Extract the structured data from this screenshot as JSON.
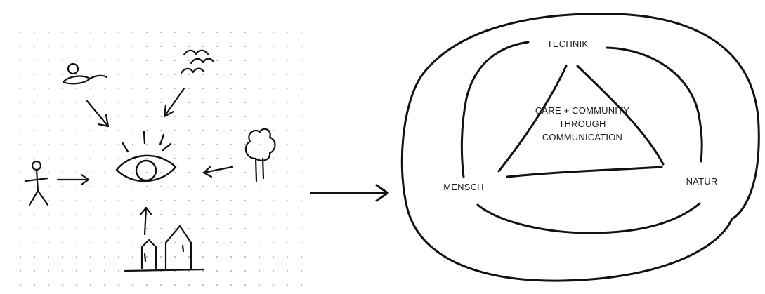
{
  "diagram": {
    "center_text": {
      "line1": "CARE + COMMUNITY",
      "line2": "THROUGH",
      "line3": "COMMUNICATION"
    },
    "nodes": {
      "top": "TECHNIK",
      "left": "MENSCH",
      "right": "NATUR"
    }
  },
  "sketch_icons": [
    "fish-icon",
    "birds-icon",
    "eye-icon",
    "person-icon",
    "tree-icon",
    "houses-icon"
  ],
  "colors": {
    "ink": "#111111",
    "dots": "#b9b9b9",
    "background": "#ffffff"
  }
}
